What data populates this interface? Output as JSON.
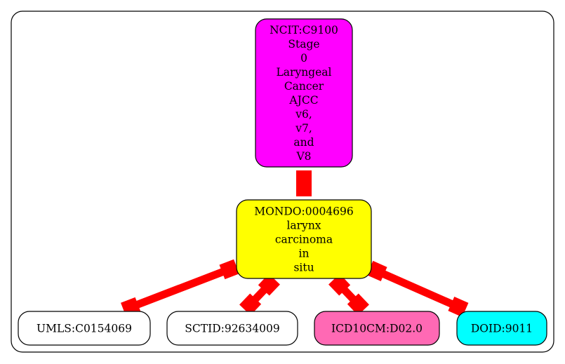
{
  "colors": {
    "edge": "#ff0000",
    "magenta": "#ff00ff",
    "yellow": "#ffff00",
    "pink": "#ff69b4",
    "cyan": "#00ffff",
    "white": "#ffffff",
    "stroke": "#000000"
  },
  "nodes": {
    "ncit": {
      "lines": [
        "NCIT:C9100",
        "Stage",
        "0",
        "Laryngeal",
        "Cancer",
        "AJCC",
        "v6,",
        "v7,",
        "and",
        "V8"
      ],
      "fill": "magenta"
    },
    "mondo": {
      "lines": [
        "MONDO:0004696",
        "larynx",
        "carcinoma",
        "in",
        "situ"
      ],
      "fill": "yellow"
    },
    "umls": {
      "lines": [
        "UMLS:C0154069"
      ],
      "fill": "white"
    },
    "sctid": {
      "lines": [
        "SCTID:92634009"
      ],
      "fill": "white"
    },
    "icd10cm": {
      "lines": [
        "ICD10CM:D02.0"
      ],
      "fill": "pink"
    },
    "doid": {
      "lines": [
        "DOID:9011"
      ],
      "fill": "cyan"
    }
  },
  "edges": [
    {
      "from": "ncit",
      "to": "mondo"
    },
    {
      "from": "mondo",
      "to": "umls"
    },
    {
      "from": "mondo",
      "to": "sctid"
    },
    {
      "from": "mondo",
      "to": "icd10cm"
    },
    {
      "from": "mondo",
      "to": "doid"
    }
  ]
}
